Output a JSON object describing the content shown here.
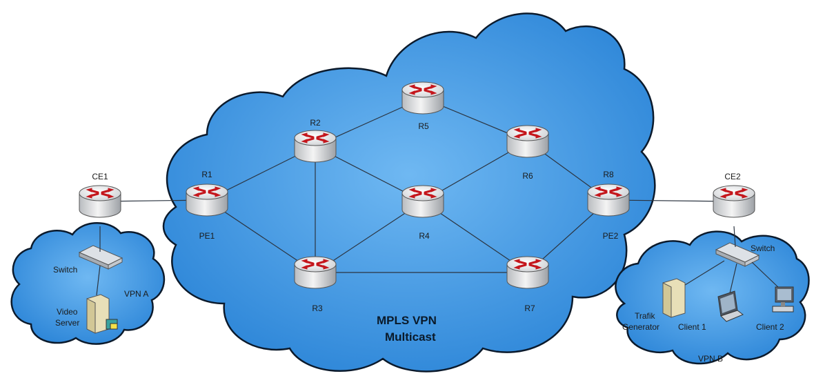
{
  "core": {
    "title_line1": "MPLS VPN",
    "title_line2": "Multicast"
  },
  "routers": [
    {
      "id": "R1",
      "label": "R1",
      "sub": "PE1"
    },
    {
      "id": "R2",
      "label": "R2",
      "sub": ""
    },
    {
      "id": "R3",
      "label": "R3",
      "sub": ""
    },
    {
      "id": "R4",
      "label": "R4",
      "sub": ""
    },
    {
      "id": "R5",
      "label": "R5",
      "sub": ""
    },
    {
      "id": "R6",
      "label": "R6",
      "sub": ""
    },
    {
      "id": "R7",
      "label": "R7",
      "sub": ""
    },
    {
      "id": "R8",
      "label": "R8",
      "sub": "PE2"
    },
    {
      "id": "CE1",
      "label": "CE1",
      "sub": ""
    },
    {
      "id": "CE2",
      "label": "CE2",
      "sub": ""
    }
  ],
  "links": [
    [
      "CE1",
      "R1"
    ],
    [
      "R1",
      "R2"
    ],
    [
      "R1",
      "R3"
    ],
    [
      "R2",
      "R5"
    ],
    [
      "R2",
      "R4"
    ],
    [
      "R2",
      "R3"
    ],
    [
      "R3",
      "R4"
    ],
    [
      "R3",
      "R7"
    ],
    [
      "R4",
      "R6"
    ],
    [
      "R4",
      "R7"
    ],
    [
      "R5",
      "R6"
    ],
    [
      "R6",
      "R8"
    ],
    [
      "R7",
      "R8"
    ],
    [
      "R8",
      "CE2"
    ]
  ],
  "vpn_a": {
    "name": "VPN A",
    "switch_label": "Switch",
    "server_label_line1": "Video",
    "server_label_line2": "Server"
  },
  "vpn_b": {
    "name": "VPN B",
    "switch_label": "Switch",
    "generator_label_line1": "Trafik",
    "generator_label_line2": "Generator",
    "client1_label": "Client 1",
    "client2_label": "Client 2"
  },
  "colors": {
    "cloud_fill": "#3e9ae6",
    "cloud_stroke": "#0b1a2c",
    "router_arrow": "#c4161c"
  }
}
